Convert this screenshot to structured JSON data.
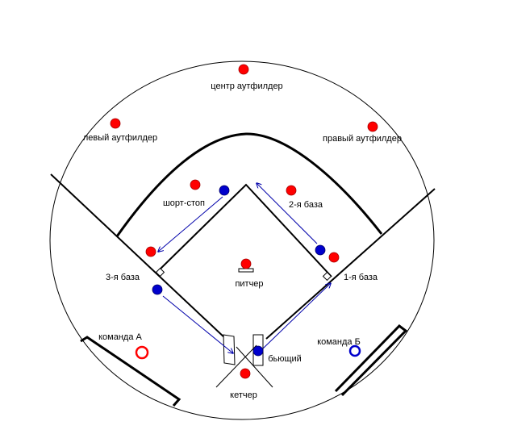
{
  "labels": {
    "center_fielder": "центр аутфилдер",
    "left_fielder": "левый аутфилдер",
    "right_fielder": "правый аутфилдер",
    "shortstop": "шорт-стоп",
    "second_base": "2-я база",
    "third_base": "3-я база",
    "first_base": "1-я база",
    "pitcher": "питчер",
    "team_a": "команда А",
    "team_b": "команда Б",
    "batter": "бьющий",
    "catcher": "кетчер"
  },
  "colors": {
    "defense": "#ff0000",
    "offense": "#0000cc",
    "lines": "#000000",
    "arrows": "#0000aa",
    "background": "#ffffff"
  },
  "legend": {
    "team_a_marker": "hollow-red-circle",
    "team_b_marker": "hollow-blue-circle"
  }
}
